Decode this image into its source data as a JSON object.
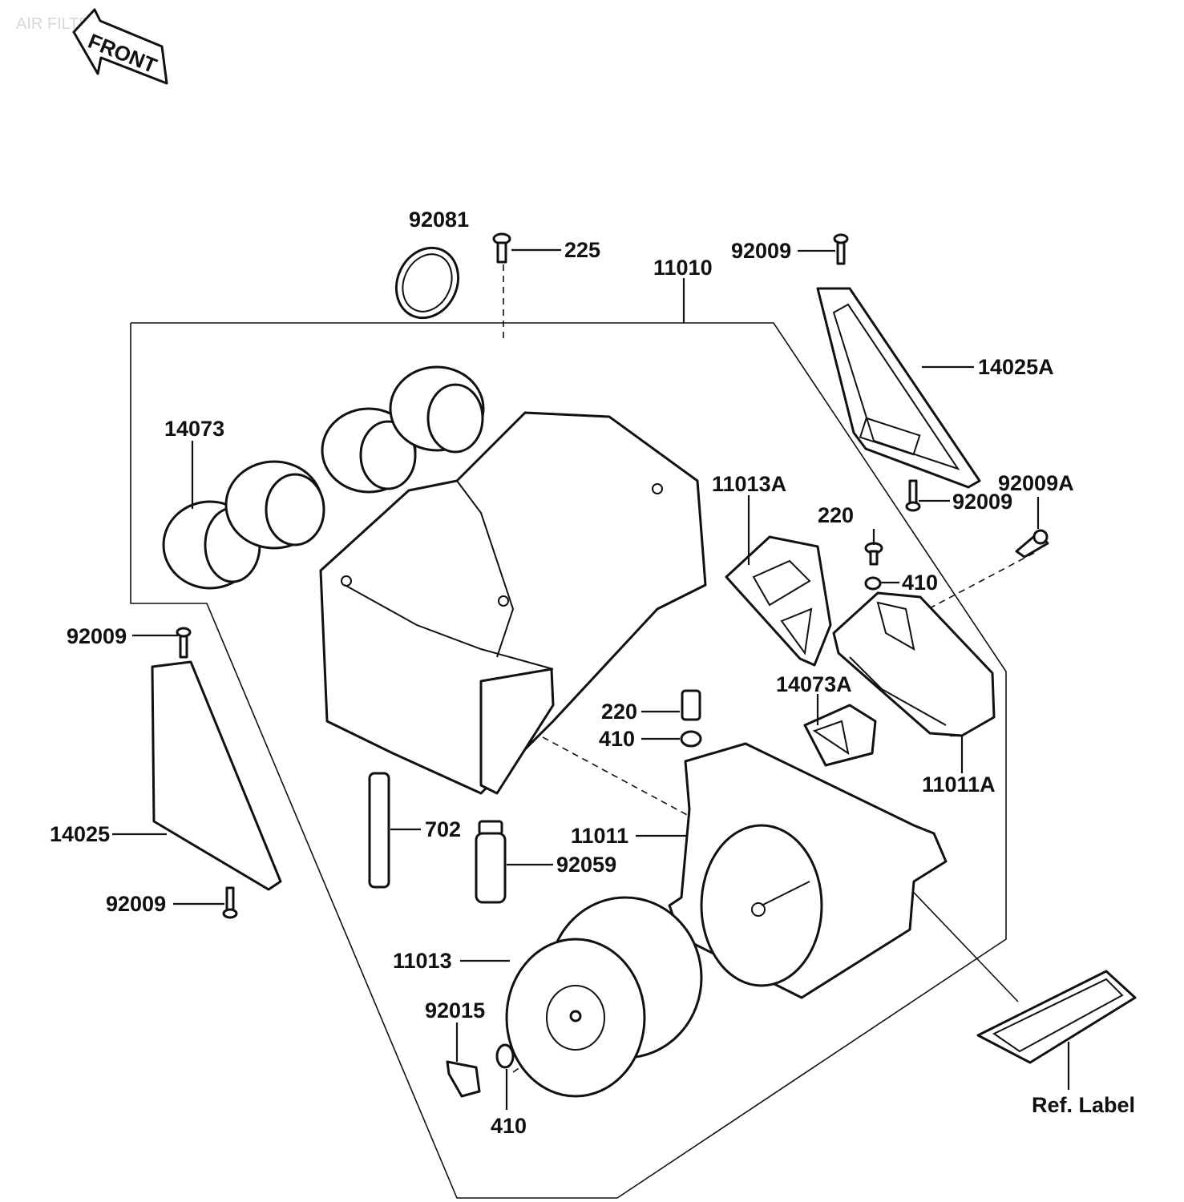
{
  "header": {
    "faint_title": "AIR FILTER",
    "front_badge": "FRONT"
  },
  "labels": {
    "o_ring": "92081",
    "screw_225": "225",
    "case_assy": "11010",
    "bolt_top_right": "92009",
    "bracket_right": "14025A",
    "bolt_right_lower": "92009",
    "bolt_right_a": "92009A",
    "cover_a": "11013A",
    "washer_220_top": "220",
    "washer_410_top": "410",
    "holders": "14073",
    "bolt_left_top": "92009",
    "duct_a": "14073A",
    "washer_220_mid": "220",
    "washer_410_mid": "410",
    "case_a": "11011A",
    "tube": "702",
    "case": "11011",
    "bracket_left": "14025",
    "plug": "92059",
    "bolt_left_bottom": "92009",
    "element": "11013",
    "nut": "92015",
    "washer_410_bottom": "410",
    "ref_label": "Ref. Label"
  }
}
